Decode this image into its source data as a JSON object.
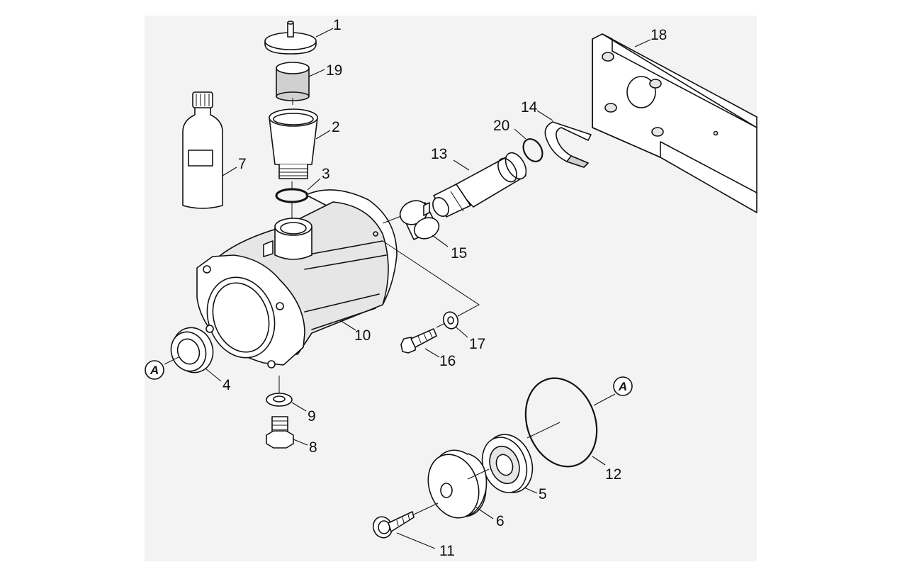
{
  "callouts": {
    "c1": "1",
    "c2": "2",
    "c3": "3",
    "c4": "4",
    "c5": "5",
    "c6": "6",
    "c7": "7",
    "c8": "8",
    "c9": "9",
    "c10": "10",
    "c11": "11",
    "c12": "12",
    "c13": "13",
    "c14": "14",
    "c15": "15",
    "c16": "16",
    "c17": "17",
    "c18": "18",
    "c19": "19",
    "c20": "20"
  },
  "refs": {
    "a_left": "A",
    "a_right": "A"
  },
  "colors": {
    "line": "#111111",
    "panel": "#f3f3f3",
    "part_fill": "#e6e6e6"
  }
}
